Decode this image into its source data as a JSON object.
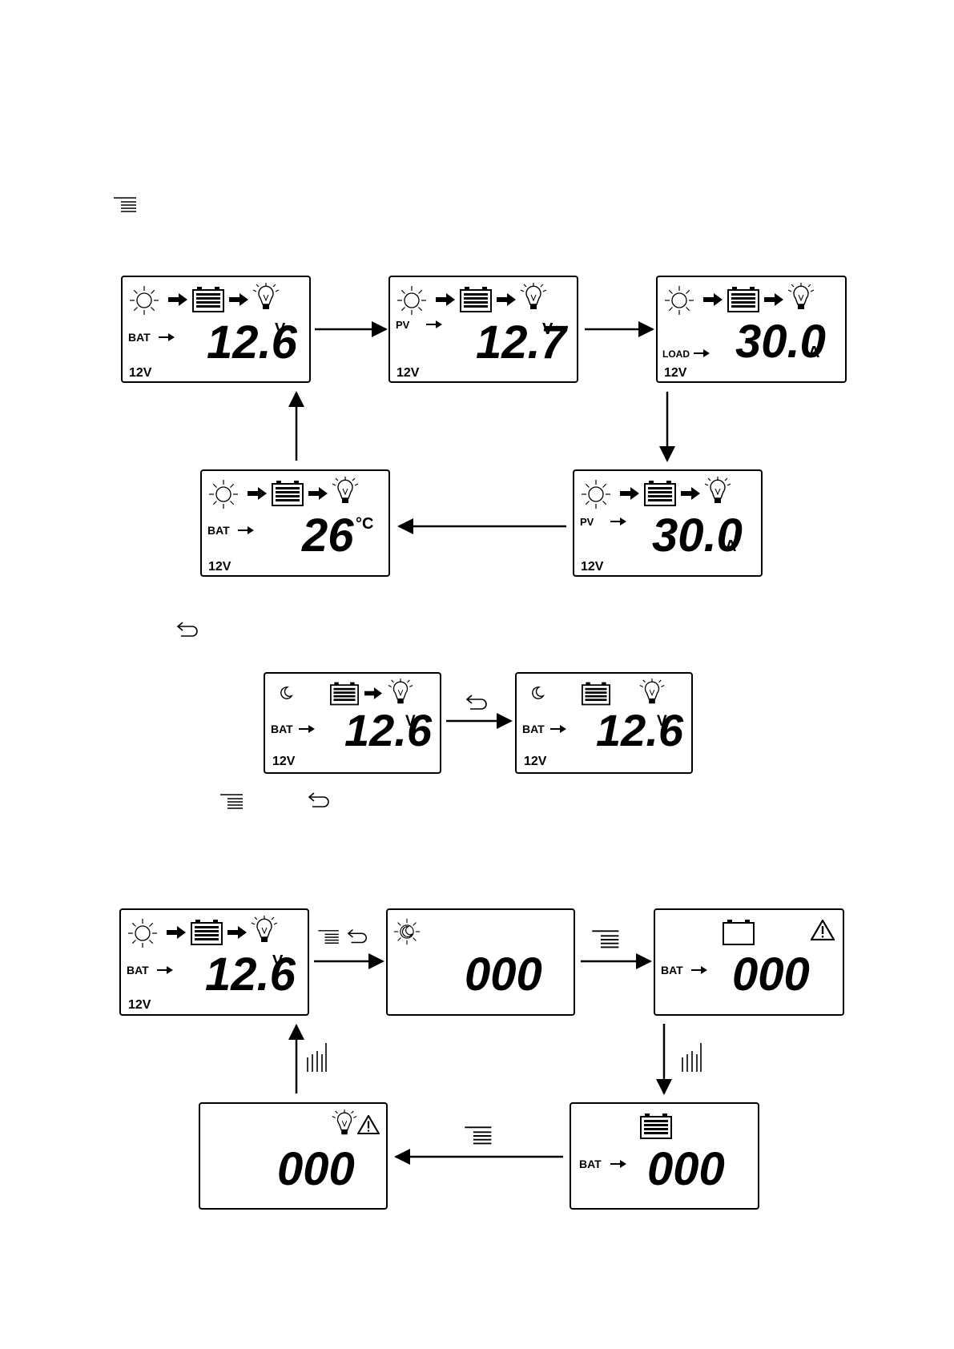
{
  "panels": [
    {
      "id": "p1",
      "label": "BAT",
      "value": "12.6",
      "unit": "V",
      "sys": "12V"
    },
    {
      "id": "p2",
      "label": "PV",
      "value": "12.7",
      "unit": "V",
      "sys": "12V"
    },
    {
      "id": "p3",
      "label": "LOAD",
      "value": "30.0",
      "unit": "A",
      "sys": "12V"
    },
    {
      "id": "p4",
      "label": "PV",
      "value": "30.0",
      "unit": "A",
      "sys": "12V"
    },
    {
      "id": "p5",
      "label": "BAT",
      "value": "26",
      "unit": "°C",
      "sys": "12V"
    },
    {
      "id": "p6",
      "label": "BAT",
      "value": "12.6",
      "unit": "V",
      "sys": "12V"
    },
    {
      "id": "p7",
      "label": "BAT",
      "value": "12.6",
      "unit": "V",
      "sys": "12V"
    },
    {
      "id": "p8",
      "label": "BAT",
      "value": "12.6",
      "unit": "V",
      "sys": "12V"
    },
    {
      "id": "p9",
      "label": "",
      "value": "000",
      "unit": "",
      "sys": ""
    },
    {
      "id": "p10",
      "label": "BAT",
      "value": "000",
      "unit": "",
      "sys": ""
    },
    {
      "id": "p11",
      "label": "BAT",
      "value": "000",
      "unit": "",
      "sys": ""
    },
    {
      "id": "p12",
      "label": "",
      "value": "000",
      "unit": "",
      "sys": ""
    }
  ],
  "icons": {
    "menu": "menu-button-icon",
    "return": "return-button-icon",
    "plus_minus": "bar-adjust-icon"
  }
}
